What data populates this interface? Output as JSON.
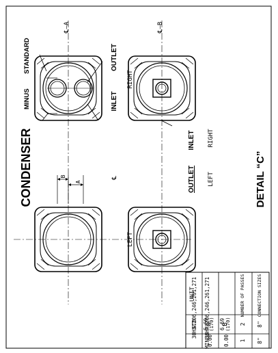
{
  "title": "CONDENSER",
  "detail_label": "DETAIL “C”",
  "variant_labels": {
    "standard": "STANDARD",
    "minus": "MINUS"
  },
  "port_labels": {
    "outlet_std": "OUTLET",
    "inlet_std": "INLET",
    "inlet_right": "INLET",
    "outlet_left": "OUTLET"
  },
  "side_labels": {
    "std_right": "RIGHT",
    "std_left": "LEFT",
    "minus_right": "RIGHT",
    "minus_left": "LEFT"
  },
  "centerlines": {
    "a": "℄—A",
    "b": "℄—B",
    "cl": "℄"
  },
  "dims": {
    "a": "A",
    "b": "B"
  },
  "table": {
    "headers": {
      "unit": "UNIT",
      "a": "A",
      "b": "B",
      "passes": "NUMBER OF PASSES",
      "sizes": "CONNECTION SIZES"
    },
    "rows": [
      {
        "unit": "30HXC206,246,261,271",
        "type": "STD",
        "a": "6.69",
        "a_mm": "(170)",
        "b": "6.69",
        "b_mm": "(170)",
        "passes": "2",
        "sizes": "8\""
      },
      {
        "unit": "30HXC206,246,261,271",
        "type": "MINUS",
        "a": "0.00",
        "a_mm": "",
        "b": "0.00",
        "b_mm": "",
        "passes": "1",
        "sizes": "8\""
      }
    ]
  }
}
